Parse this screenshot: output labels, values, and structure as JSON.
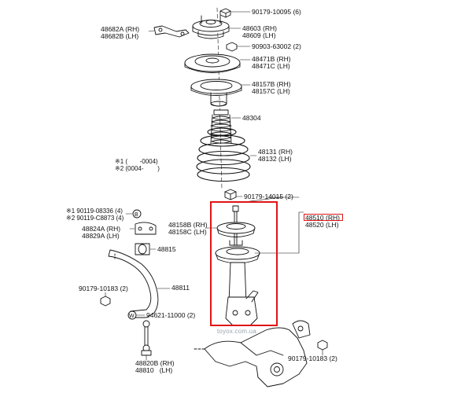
{
  "labels": {
    "p90179_10095": "90179-10095 (6)",
    "p48682": "48682A (RH)\n48682B (LH)",
    "p48603": "48603 (RH)\n48609 (LH)",
    "p90903": "90903-63002 (2)",
    "p48471": "48471B (RH)\n48471C (LH)",
    "p48157": "48157B (RH)\n48157C (LH)",
    "p48304": "48304",
    "p48131": "48131 (RH)\n48132 (LH)",
    "notes": "※1 (       -0004)\n※2 (0004-        )",
    "p90179_14015": "90179-14015 (2)",
    "p48510": "48510 (RH)\n48520 (LH)",
    "p90119": "※1 90119-08336 (4)\n※2 90119-C8873 (4)",
    "p48158": "48158B (RH)\n48158C (LH)",
    "p48824": "48824A (RH)\n48829A (LH)",
    "p48815": "48815",
    "p90179_10183_l": "90179-10183 (2)",
    "p48811": "48811",
    "p94621": "94621-11000 (2)",
    "p48820": "48820B (RH)\n48810   (LH)",
    "p90179_10183_r": "90179-10183 (2)",
    "watermark": "toyox.com.ua"
  }
}
